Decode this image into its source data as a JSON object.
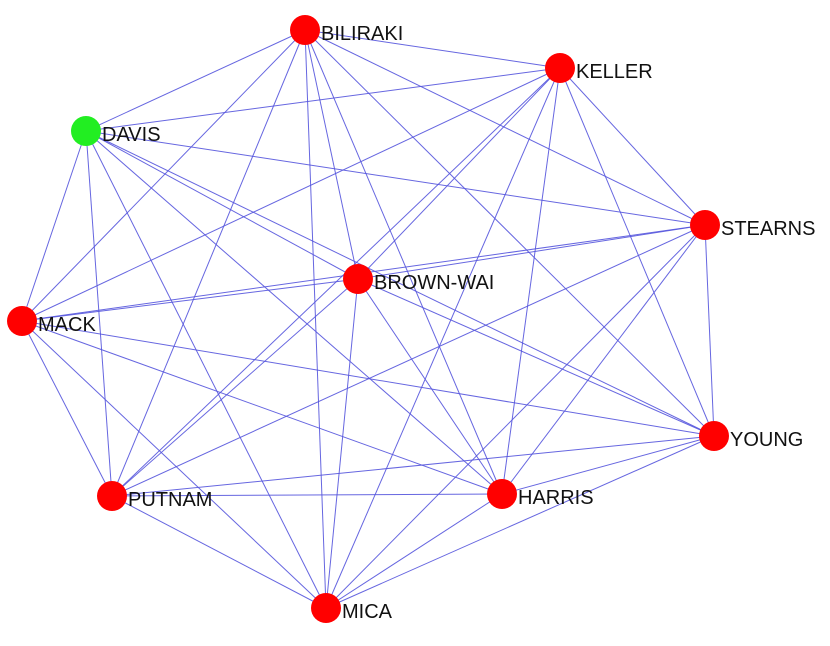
{
  "graph": {
    "colors": {
      "edge": "#5555dd",
      "node_default": "#ff0000",
      "node_highlight": "#22ee22",
      "background": "#ffffff"
    },
    "nodes": [
      {
        "id": "BILIRAKI",
        "label": "BILIRAKI",
        "highlighted": false
      },
      {
        "id": "KELLER",
        "label": "KELLER",
        "highlighted": false
      },
      {
        "id": "DAVIS",
        "label": "DAVIS",
        "highlighted": true
      },
      {
        "id": "STEARNS",
        "label": "STEARNS",
        "highlighted": false
      },
      {
        "id": "BROWN-WAI",
        "label": "BROWN-WAI",
        "highlighted": false
      },
      {
        "id": "MACK",
        "label": "MACK",
        "highlighted": false
      },
      {
        "id": "YOUNG",
        "label": "YOUNG",
        "highlighted": false
      },
      {
        "id": "PUTNAM",
        "label": "PUTNAM",
        "highlighted": false
      },
      {
        "id": "HARRIS",
        "label": "HARRIS",
        "highlighted": false
      },
      {
        "id": "MICA",
        "label": "MICA",
        "highlighted": false
      }
    ],
    "edges": [
      [
        "BILIRAKI",
        "KELLER"
      ],
      [
        "BILIRAKI",
        "DAVIS"
      ],
      [
        "BILIRAKI",
        "STEARNS"
      ],
      [
        "BILIRAKI",
        "BROWN-WAI"
      ],
      [
        "BILIRAKI",
        "MACK"
      ],
      [
        "BILIRAKI",
        "YOUNG"
      ],
      [
        "BILIRAKI",
        "PUTNAM"
      ],
      [
        "BILIRAKI",
        "HARRIS"
      ],
      [
        "BILIRAKI",
        "MICA"
      ],
      [
        "KELLER",
        "DAVIS"
      ],
      [
        "KELLER",
        "STEARNS"
      ],
      [
        "KELLER",
        "BROWN-WAI"
      ],
      [
        "KELLER",
        "MACK"
      ],
      [
        "KELLER",
        "YOUNG"
      ],
      [
        "KELLER",
        "PUTNAM"
      ],
      [
        "KELLER",
        "HARRIS"
      ],
      [
        "KELLER",
        "MICA"
      ],
      [
        "DAVIS",
        "STEARNS"
      ],
      [
        "DAVIS",
        "BROWN-WAI"
      ],
      [
        "DAVIS",
        "MACK"
      ],
      [
        "DAVIS",
        "YOUNG"
      ],
      [
        "DAVIS",
        "PUTNAM"
      ],
      [
        "DAVIS",
        "HARRIS"
      ],
      [
        "DAVIS",
        "MICA"
      ],
      [
        "STEARNS",
        "BROWN-WAI"
      ],
      [
        "STEARNS",
        "MACK"
      ],
      [
        "STEARNS",
        "YOUNG"
      ],
      [
        "STEARNS",
        "PUTNAM"
      ],
      [
        "STEARNS",
        "HARRIS"
      ],
      [
        "STEARNS",
        "MICA"
      ],
      [
        "BROWN-WAI",
        "MACK"
      ],
      [
        "BROWN-WAI",
        "YOUNG"
      ],
      [
        "BROWN-WAI",
        "PUTNAM"
      ],
      [
        "BROWN-WAI",
        "HARRIS"
      ],
      [
        "BROWN-WAI",
        "MICA"
      ],
      [
        "MACK",
        "YOUNG"
      ],
      [
        "MACK",
        "PUTNAM"
      ],
      [
        "MACK",
        "HARRIS"
      ],
      [
        "MACK",
        "MICA"
      ],
      [
        "YOUNG",
        "PUTNAM"
      ],
      [
        "YOUNG",
        "HARRIS"
      ],
      [
        "YOUNG",
        "MICA"
      ],
      [
        "PUTNAM",
        "HARRIS"
      ],
      [
        "PUTNAM",
        "MICA"
      ],
      [
        "HARRIS",
        "MICA"
      ]
    ]
  }
}
